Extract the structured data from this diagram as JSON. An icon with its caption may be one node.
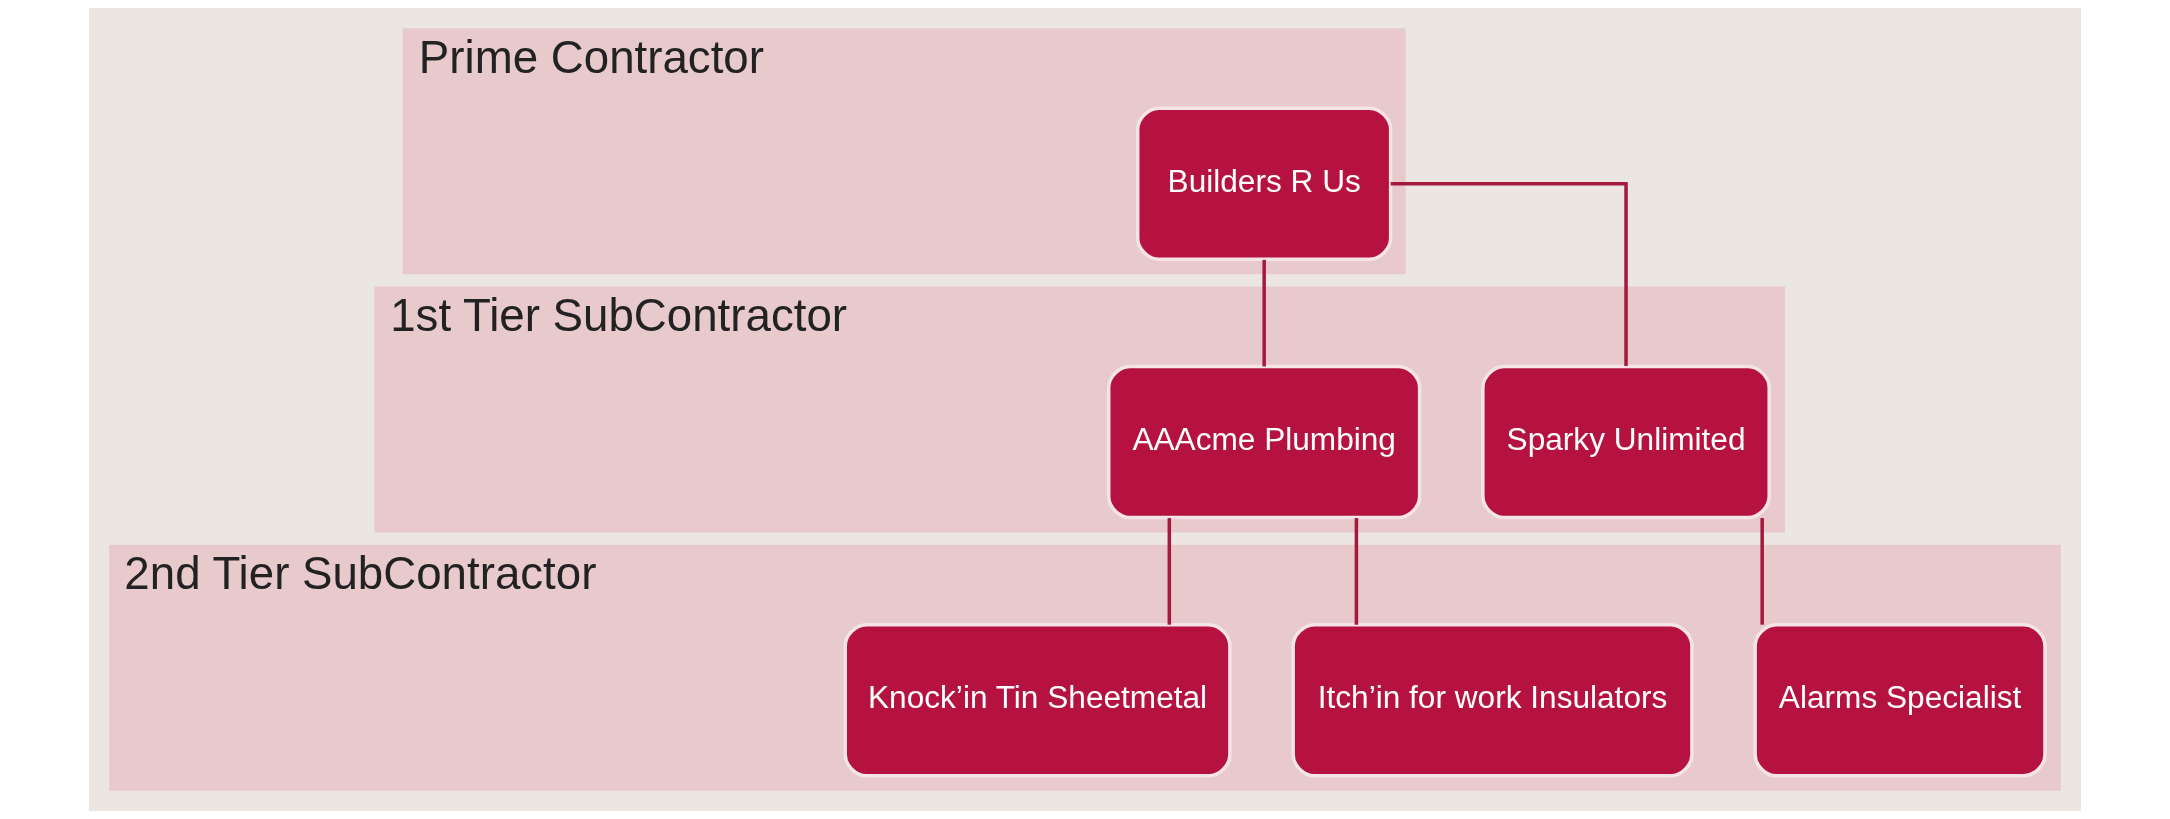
{
  "diagram": {
    "nodes": [
      {
        "text": [
          "Prime Contractor"
        ]
      },
      {
        "text": [
          "Builders R Us"
        ],
        "in": 0
      },
      {
        "text": [
          "1st Tier SubContractor"
        ]
      },
      {
        "text": [
          "AAAcme Plumbing"
        ],
        "in": 2
      },
      {
        "text": [
          "Sparky Unlimited"
        ],
        "in": 2
      },
      {
        "text": [
          "2nd Tier SubContractor"
        ]
      },
      {
        "text": [
          "Knock’in Tin Sheetmetal"
        ],
        "in": 5
      },
      {
        "text": [
          "Itch’in for work Insulators"
        ],
        "in": 5
      },
      {
        "text": [
          "Alarms Specialist"
        ],
        "in": 5
      }
    ],
    "edges": [
      {
        "from": 1,
        "to": 3,
        "arrow": "none"
      },
      {
        "from": 1,
        "to": 4,
        "arrow": "none"
      },
      {
        "from": 3,
        "to": 6,
        "arrow": "none"
      },
      {
        "from": 3,
        "to": 7,
        "arrow": "none"
      },
      {
        "from": 4,
        "to": 8,
        "arrow": "none"
      }
    ]
  }
}
